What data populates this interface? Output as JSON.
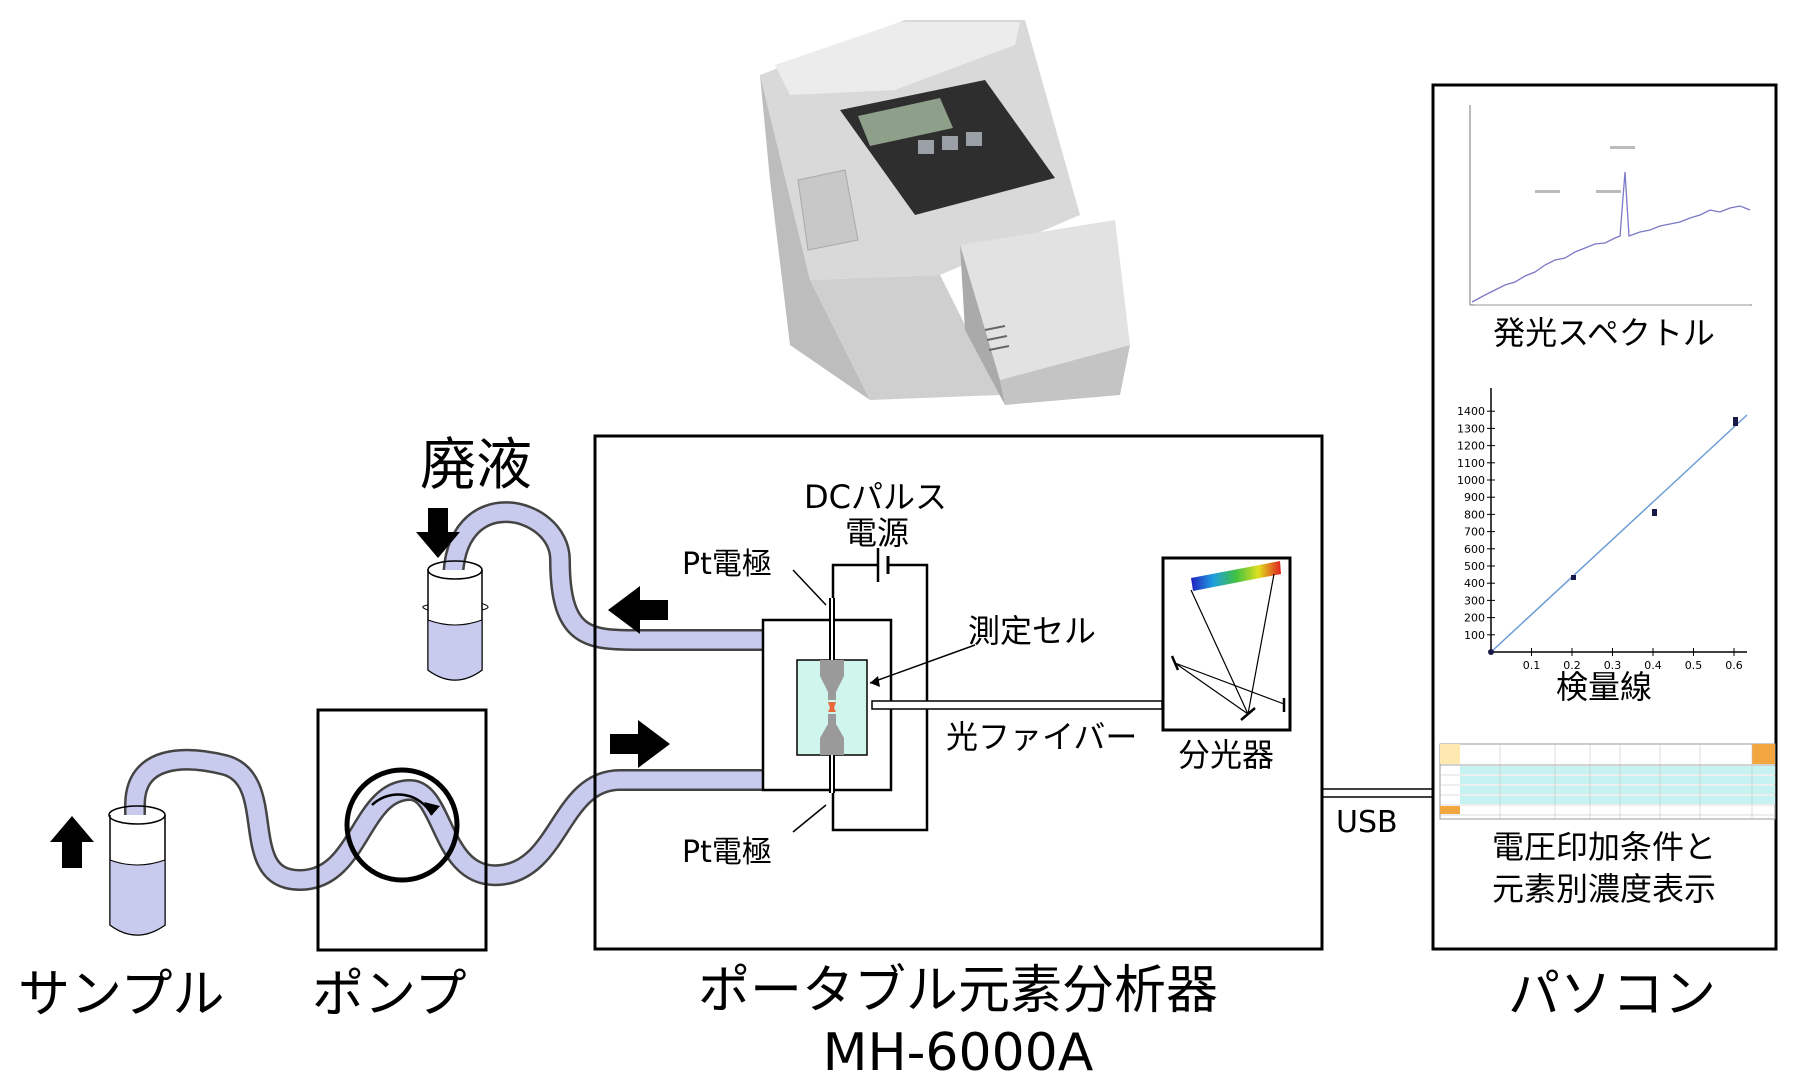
{
  "labels": {
    "waste": "廃液",
    "dc_pulse_1": "DCパルス",
    "dc_pulse_2": "電源",
    "pt_electrode_top": "Pt電極",
    "pt_electrode_bottom": "Pt電極",
    "measurement_cell": "測定セル",
    "optical_fiber": "光ファイバー",
    "spectrometer": "分光器",
    "usb": "USB",
    "sample": "サンプル",
    "pump": "ポンプ",
    "analyzer_name": "ポータブル元素分析器",
    "analyzer_model": "MH-6000A",
    "pc": "パソコン",
    "emission_spectrum": "発光スペクトル",
    "calibration_curve": "検量線",
    "voltage_conditions_1": "電圧印加条件と",
    "voltage_conditions_2": "元素別濃度表示"
  },
  "calibration_chart": {
    "y_ticks": [
      "100",
      "200",
      "300",
      "400",
      "500",
      "600",
      "700",
      "800",
      "900",
      "1000",
      "1100",
      "1200",
      "1300",
      "1400"
    ],
    "x_ticks": [
      "0.1",
      "0.2",
      "0.3",
      "0.4",
      "0.5",
      "0.6"
    ]
  },
  "colors": {
    "tube": "#c9cbee",
    "cell": "#cff5ec",
    "fit_line": "#6d9ed6",
    "table_header": "#f2a640",
    "table_row": "#c6f2f2"
  },
  "icons": [
    "arrow-down-icon",
    "arrow-up-icon",
    "arrow-left-icon",
    "arrow-right-icon",
    "pump-rotation-icon",
    "device-photo"
  ]
}
